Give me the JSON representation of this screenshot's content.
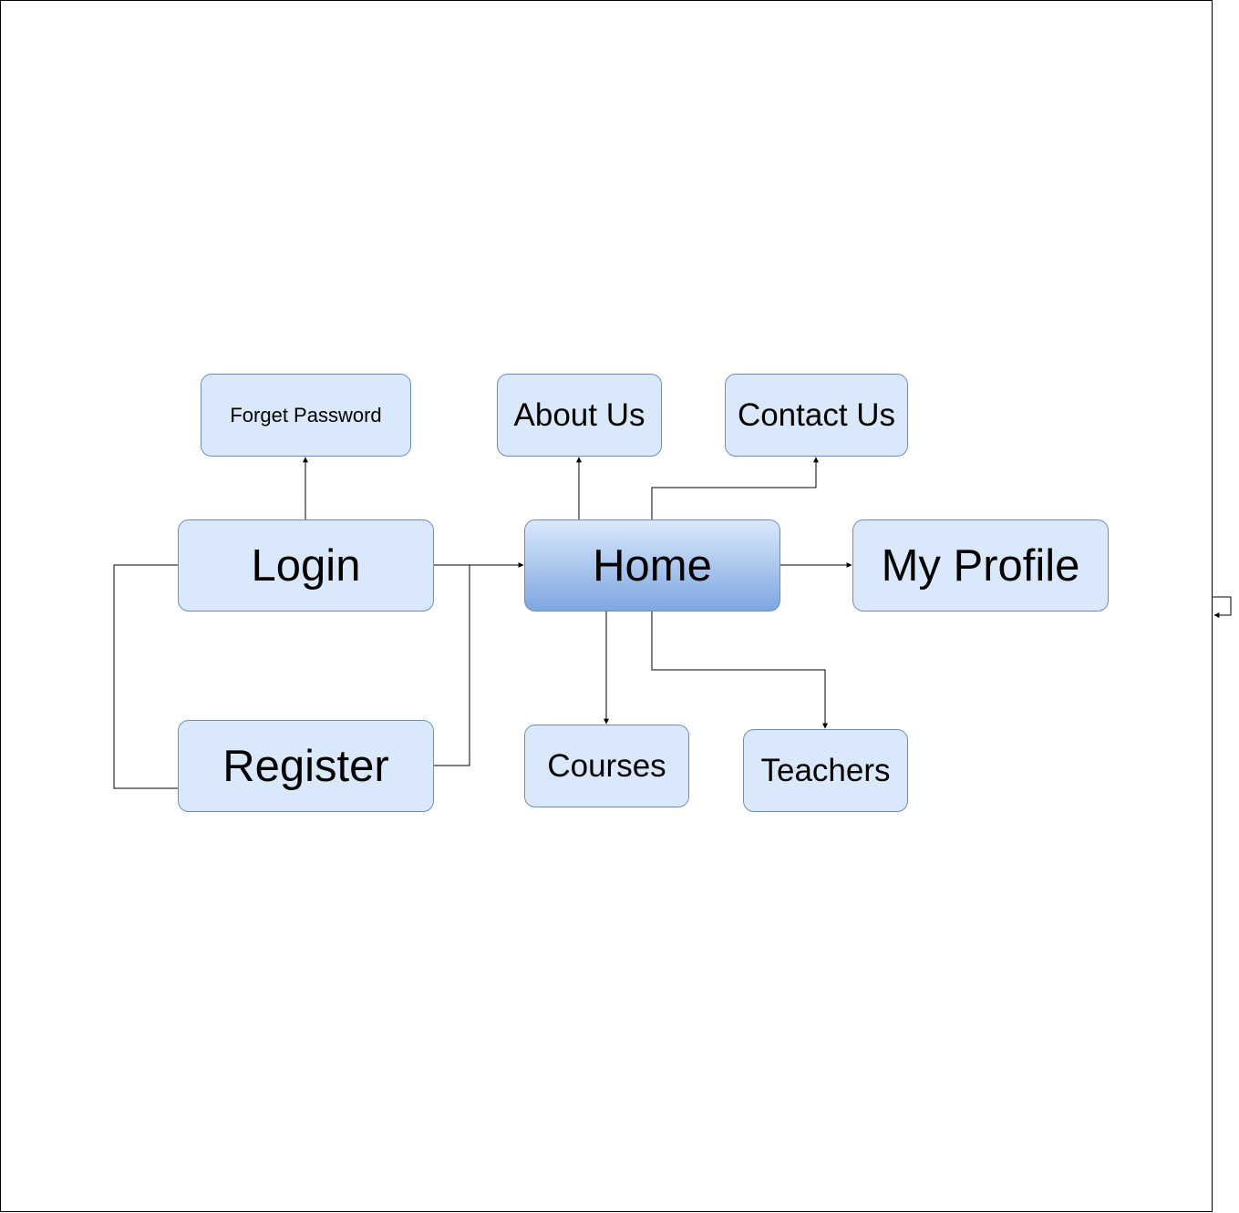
{
  "diagram": {
    "nodes": {
      "forget_password": "Forget Password",
      "about_us": "About Us",
      "contact_us": "Contact Us",
      "login": "Login",
      "home": "Home",
      "my_profile": "My Profile",
      "register": "Register",
      "courses": "Courses",
      "teachers": "Teachers"
    },
    "edges": [
      {
        "from": "login",
        "to": "forget_password"
      },
      {
        "from": "login",
        "to": "home"
      },
      {
        "from": "register",
        "to": "home"
      },
      {
        "from": "login",
        "to": "register"
      },
      {
        "from": "home",
        "to": "about_us"
      },
      {
        "from": "home",
        "to": "contact_us"
      },
      {
        "from": "home",
        "to": "my_profile"
      },
      {
        "from": "home",
        "to": "courses"
      },
      {
        "from": "home",
        "to": "teachers"
      }
    ],
    "colors": {
      "node_fill": "#dae8fc",
      "node_border": "#6c8ebf",
      "primary_gradient_end": "#7ea6e0",
      "line": "#000000"
    }
  }
}
